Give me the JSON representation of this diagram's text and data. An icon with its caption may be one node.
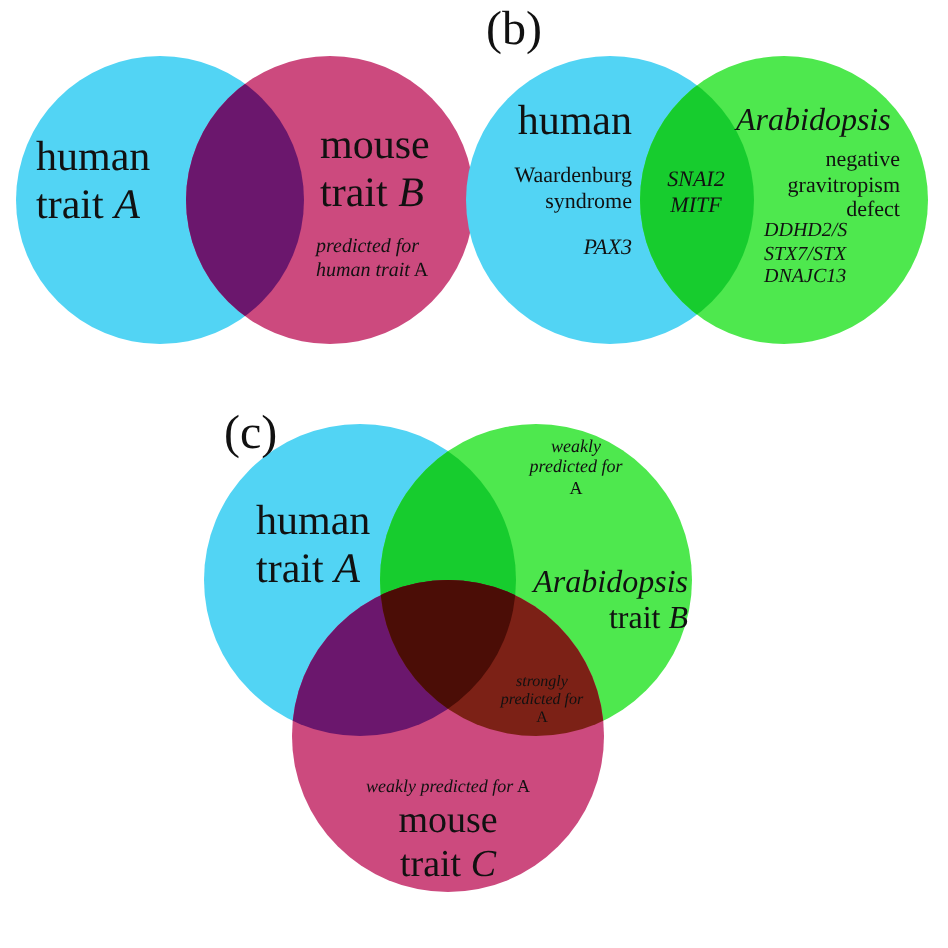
{
  "diagram": {
    "nodes": [
      {
        "text": [
          "human trait *A*"
        ]
      },
      {
        "text": [
          "mouse trait *B*",
          "*predicted for human trait* A"
        ]
      },
      {
        "text": [
          "human",
          "Waardenburg syndrome",
          "PAX3"
        ]
      },
      {
        "text": [
          "Arabidopsis",
          "negative gravitropism defect",
          "DDHD2/S STX7/STX DNAJC13"
        ]
      },
      {
        "text": [
          "human trait *A*"
        ]
      },
      {
        "text": [
          "*weakly predicted for* A",
          "*Arabidopsis* trait *B*"
        ]
      },
      {
        "text": [
          "*weakly predicted for* A",
          "mouse trait *C*"
        ]
      }
    ],
    "labels": [
      "(b)",
      "SNAI2 MITF",
      "(c)",
      "*strongly predicted for* A"
    ]
  }
}
